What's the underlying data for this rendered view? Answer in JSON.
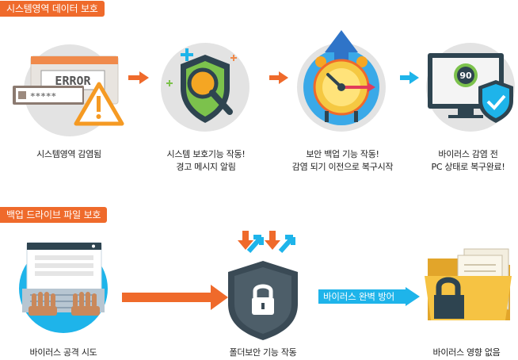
{
  "section1": {
    "tag": "시스템영역 데이터 보호",
    "steps": [
      {
        "label_lines": [
          "시스템영역 감염됨"
        ],
        "error_text": "ERROR",
        "password_mask": "*****"
      },
      {
        "label_lines": [
          "시스템 보호기능 작동!",
          "경고 메시지 알림"
        ]
      },
      {
        "label_lines": [
          "보안 백업 기능 작동!",
          "감염 되기 이전으로 복구시작"
        ]
      },
      {
        "label_lines": [
          "바이러스 감염 전",
          "PC 상태로 복구완료!"
        ],
        "monitor_score": "90"
      }
    ]
  },
  "section2": {
    "tag": "백업 드라이브 파일 보호",
    "steps": [
      {
        "label": "바이러스 공격 시도"
      },
      {
        "label": "폴더보안 기능 작동"
      },
      {
        "label": "바이러스 영향 없음"
      }
    ],
    "badge": "바이러스 완벽 방어"
  },
  "colors": {
    "orange": "#ef6a2b",
    "blue": "#1eb4ea",
    "dark": "#2e4450"
  }
}
